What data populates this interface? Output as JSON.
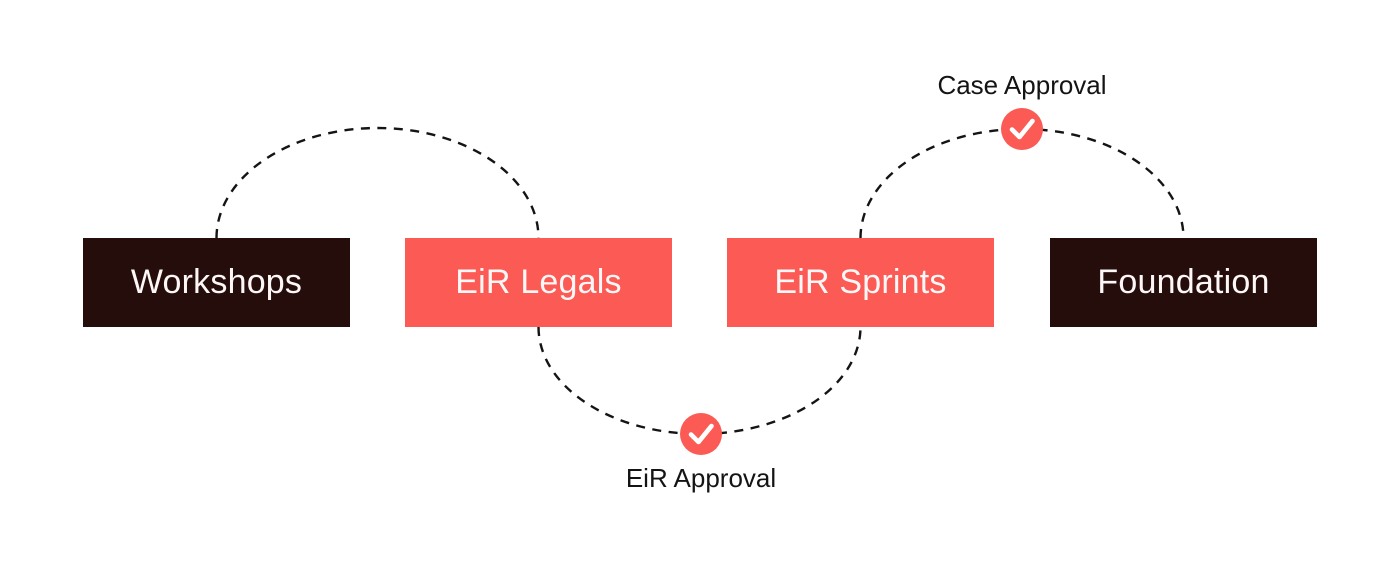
{
  "diagram": {
    "stages": [
      {
        "label": "Workshops",
        "variant": "dark"
      },
      {
        "label": "EiR Legals",
        "variant": "coral"
      },
      {
        "label": "EiR Sprints",
        "variant": "coral"
      },
      {
        "label": "Foundation",
        "variant": "dark"
      }
    ],
    "checkpoints": [
      {
        "label": "EiR Approval",
        "position": "bottom",
        "icon": "checkmark-icon"
      },
      {
        "label": "Case Approval",
        "position": "top",
        "icon": "checkmark-icon"
      }
    ],
    "colors": {
      "dark_box": "#250d0c",
      "coral": "#fc5a55",
      "line": "#141414",
      "text_on_box": "#fdf8f7",
      "label_text": "#141414",
      "background": "#ffffff"
    }
  }
}
